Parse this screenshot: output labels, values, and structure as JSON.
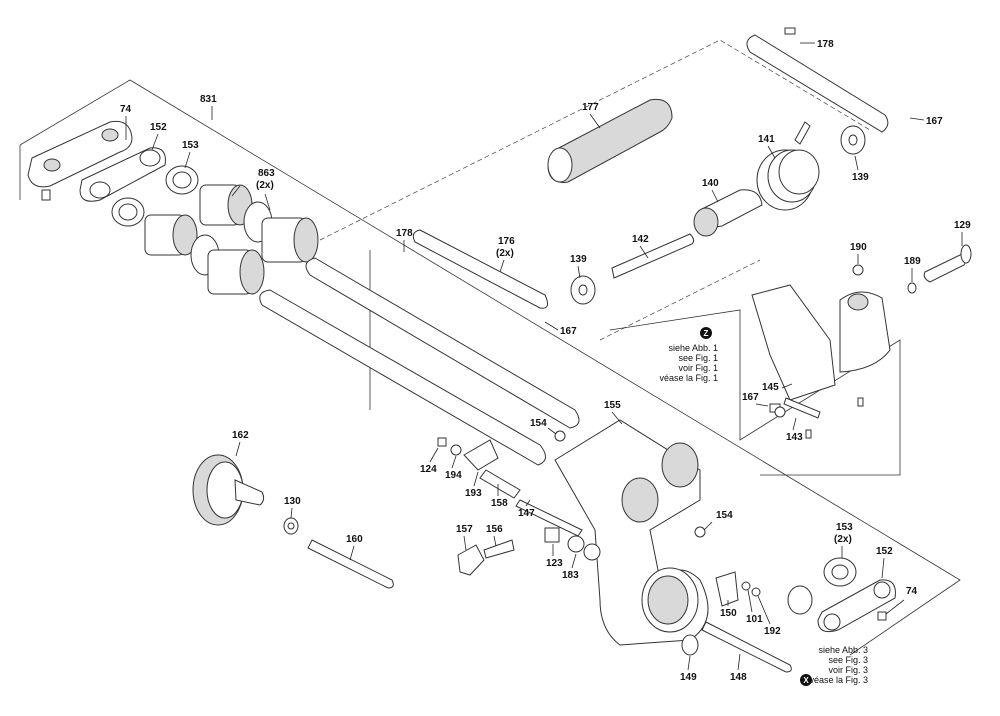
{
  "diagram": {
    "part_labels": [
      {
        "id": "p831",
        "text": "831"
      },
      {
        "id": "p74a",
        "text": "74"
      },
      {
        "id": "p152a",
        "text": "152"
      },
      {
        "id": "p153a",
        "text": "153"
      },
      {
        "id": "p863",
        "text": "863"
      },
      {
        "id": "p863q",
        "text": "(2x)"
      },
      {
        "id": "p177",
        "text": "177"
      },
      {
        "id": "p178a",
        "text": "178"
      },
      {
        "id": "p167a",
        "text": "167"
      },
      {
        "id": "p141",
        "text": "141"
      },
      {
        "id": "p139a",
        "text": "139"
      },
      {
        "id": "p140",
        "text": "140"
      },
      {
        "id": "p129",
        "text": "129"
      },
      {
        "id": "p178b",
        "text": "178"
      },
      {
        "id": "p176",
        "text": "176"
      },
      {
        "id": "p176q",
        "text": "(2x)"
      },
      {
        "id": "p139b",
        "text": "139"
      },
      {
        "id": "p142",
        "text": "142"
      },
      {
        "id": "p190",
        "text": "190"
      },
      {
        "id": "p189",
        "text": "189"
      },
      {
        "id": "p167b",
        "text": "167"
      },
      {
        "id": "p145",
        "text": "145"
      },
      {
        "id": "p167c",
        "text": "167"
      },
      {
        "id": "p143",
        "text": "143"
      },
      {
        "id": "p155",
        "text": "155"
      },
      {
        "id": "p154a",
        "text": "154"
      },
      {
        "id": "p162",
        "text": "162"
      },
      {
        "id": "p124",
        "text": "124"
      },
      {
        "id": "p194",
        "text": "194"
      },
      {
        "id": "p193",
        "text": "193"
      },
      {
        "id": "p158",
        "text": "158"
      },
      {
        "id": "p130",
        "text": "130"
      },
      {
        "id": "p147",
        "text": "147"
      },
      {
        "id": "p154b",
        "text": "154"
      },
      {
        "id": "p160",
        "text": "160"
      },
      {
        "id": "p157",
        "text": "157"
      },
      {
        "id": "p156",
        "text": "156"
      },
      {
        "id": "p123",
        "text": "123"
      },
      {
        "id": "p183",
        "text": "183"
      },
      {
        "id": "p153b",
        "text": "153"
      },
      {
        "id": "p153bq",
        "text": "(2x)"
      },
      {
        "id": "p152b",
        "text": "152"
      },
      {
        "id": "p74b",
        "text": "74"
      },
      {
        "id": "p150",
        "text": "150"
      },
      {
        "id": "p101",
        "text": "101"
      },
      {
        "id": "p192",
        "text": "192"
      },
      {
        "id": "p149",
        "text": "149"
      },
      {
        "id": "p148",
        "text": "148"
      }
    ],
    "note_z": {
      "badge": "Z",
      "lines": [
        "siehe Abb. 1",
        "see Fig. 1",
        "voir Fig. 1",
        "véase la Fig. 1"
      ]
    },
    "note_x": {
      "badge": "X",
      "lines": [
        "siehe Abb. 3",
        "see Fig. 3",
        "voir Fig. 3",
        "véase la Fig. 3"
      ]
    }
  }
}
